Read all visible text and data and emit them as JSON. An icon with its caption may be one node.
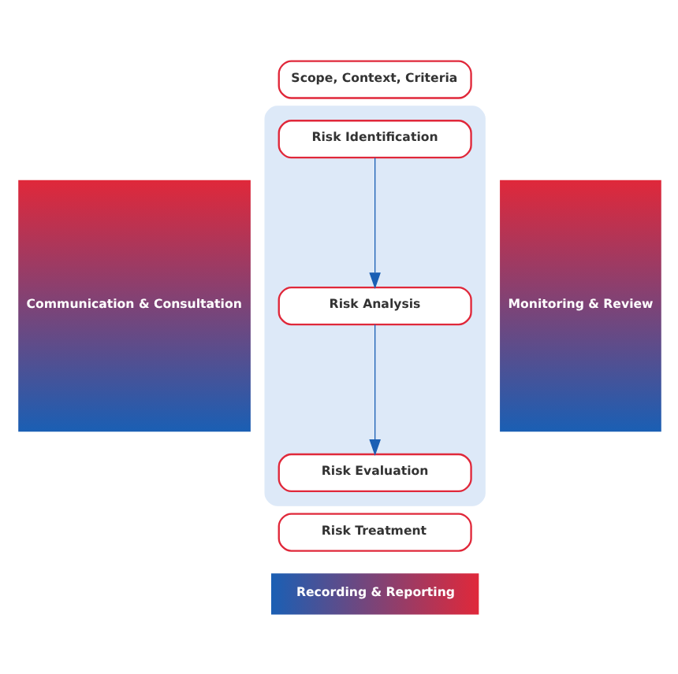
{
  "diagram": {
    "nodes": [
      {
        "text": [
          "Communication & Consultation"
        ]
      },
      {
        "text": [
          "Scope, Context, Criteria"
        ]
      },
      {
        "text": [],
        "shape": "box"
      },
      {
        "text": [
          "Risk Identification"
        ],
        "in": 2
      },
      {
        "text": [
          "Risk Analysis"
        ],
        "in": 2
      },
      {
        "text": [
          "Risk Evaluation"
        ],
        "in": 2
      },
      {
        "text": [
          "Risk Treatment"
        ]
      },
      {
        "text": [
          "Monitoring & Review"
        ]
      },
      {
        "text": [
          "Recording & Reporting"
        ]
      }
    ],
    "edges": [
      {
        "from": 3,
        "to": 4,
        "arrow": "to"
      },
      {
        "from": 4,
        "to": 5,
        "arrow": "to"
      }
    ]
  }
}
